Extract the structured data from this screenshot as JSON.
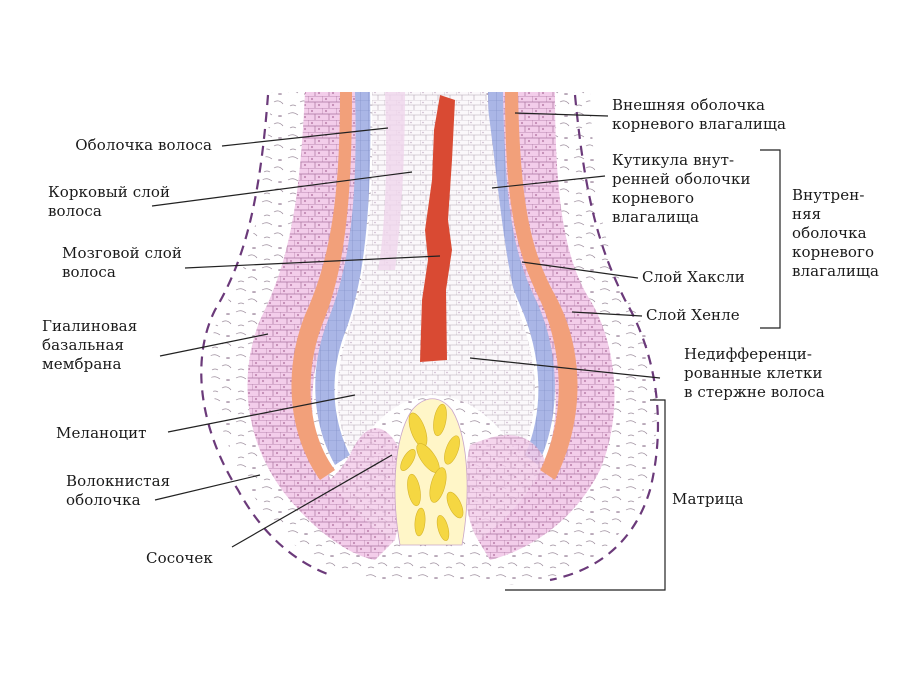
{
  "labels": {
    "hair_sheath": "Оболочка волоса",
    "cortex": "Корковый слой\nволоса",
    "medulla": "Мозговой слой\nволоса",
    "glassy_membrane": "Гиалиновая\nбазальная\nмембрана",
    "melanocyte": "Меланоцит",
    "fibrous_sheath": "Волокнистая\nоболочка",
    "papilla": "Сосочек",
    "outer_root_sheath": "Внешняя оболочка\nкорневого влагалища",
    "cuticle_inner": "Кутикула внут-\nренней оболочки\nкорневого\nвлагалища",
    "huxley": "Слой Хаксли",
    "henle": "Слой Хенле",
    "inner_root_sheath": "Внутрен-\nняя\nоболочка\nкорневого\nвлагалища",
    "undiff_cells": "Недифференци-\nрованные клетки\nв стержне волоса",
    "matrix": "Матрица"
  },
  "colors": {
    "outer_sheath": "#e9b6da",
    "henle": "#f2a07a",
    "huxley": "#a9b6e6",
    "cortex": "#f2dcef",
    "medulla": "#d94a33",
    "papilla": "#f5d742",
    "dermis_line": "#6b3a7a",
    "cell_line": "#8a6a8a"
  }
}
